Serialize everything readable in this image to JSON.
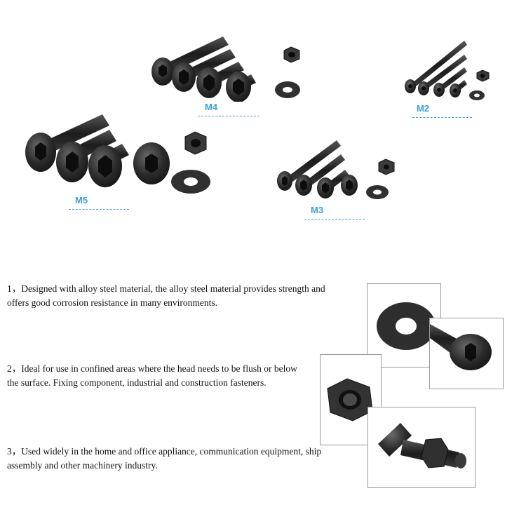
{
  "size_labels": {
    "m4": "M4",
    "m2": "M2",
    "m5": "M5",
    "m3": "M3"
  },
  "features": [
    {
      "text": "1，Designed with alloy steel material, the alloy steel material provides strength and offers good corrosion resistance in many environments."
    },
    {
      "text": "2，Ideal for use in confined areas where the head needs to be flush or below the surface. Fixing component, industrial and construction fasteners."
    },
    {
      "text": "3，Used widely in the home and office appliance, communication equipment, ship assembly and other machinery industry."
    }
  ],
  "colors": {
    "accent": "#3aa0e0",
    "metal": "#2b2b2b"
  }
}
